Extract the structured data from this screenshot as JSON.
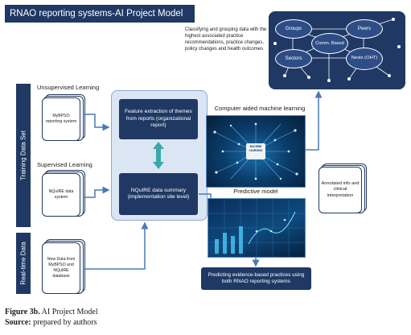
{
  "title": "RNAO reporting systems-AI Project Model",
  "sidebar": {
    "training": "Training Data Set",
    "realtime": "Real-time Data"
  },
  "unsupervised": {
    "label": "Unsupervised Learning",
    "doc": "MyBPSO reporting system"
  },
  "supervised": {
    "label": "Supervised Learning",
    "doc": "NQuIRE data system"
  },
  "realtime_doc": "New Data from MyBPSO and NQuIRE database",
  "feature_box": "Feature extraction of themes from reports (organizational report)",
  "nquire_box": "NQuIRE data summary (implementation site level)",
  "cam": {
    "label": "Computer aided machine learning",
    "badge": "MACHINE LEARNING"
  },
  "predictive_label": "Predictive model",
  "classify_text": "Classifying and grouping data with the highest associated practice recommendations, practice changes, policy changes and health outcomes",
  "network": {
    "groups": "Groups",
    "peers": "Peers",
    "comm": "Comm. Based",
    "sectors": "Sectors",
    "nests": "Nests (OHT)"
  },
  "annotated": "Annotated info and clinical interpretation",
  "result": "Predicting evidence-based practices using both RNAO reporting systems",
  "figure": {
    "label": "Figure 3b.",
    "text": " AI Project Model",
    "source_label": "Source:",
    "source_text": " prepared by authors"
  },
  "colors": {
    "navy": "#1f3864",
    "panel": "#dbe6f4",
    "arrow": "#4a7ab5",
    "teal_arrow": "#3aa8a8"
  }
}
